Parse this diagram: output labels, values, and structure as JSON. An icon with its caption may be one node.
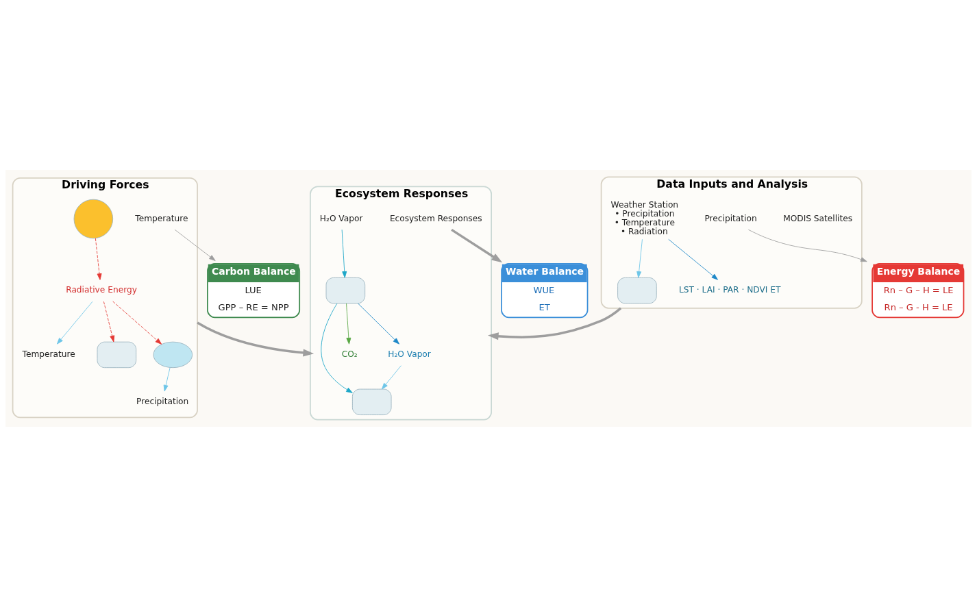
{
  "diagram": {
    "nodes": [
      {
        "text": [
          "Driving Forces"
        ]
      },
      {
        "text": [
          "Temperature"
        ],
        "in": 0
      },
      {
        "text": [
          "Precipitation"
        ],
        "in": 0
      },
      {
        "text": [
          "Radiative Energy"
        ],
        "in": 0
      },
      {
        "text": [],
        "shape": "circle",
        "in": 0
      },
      {
        "text": [],
        "shape": "box",
        "in": 0
      },
      {
        "text": [],
        "shape": "cloud",
        "in": 0
      },
      {
        "text": [
          "Temperature"
        ],
        "in": 0
      },
      {
        "text": [
          "Ecosystem Responses"
        ]
      },
      {
        "text": [
          "H₂O Vapor"
        ],
        "in": 8
      },
      {
        "text": [],
        "shape": "box",
        "in": 8
      },
      {
        "text": [],
        "shape": "box",
        "in": 8
      },
      {
        "text": [
          "CO₂"
        ],
        "in": 8
      },
      {
        "text": [
          "H₂O Vapor"
        ],
        "in": 8
      },
      {
        "text": [
          "Ecosystem Responses"
        ],
        "in": 8
      },
      {
        "text": [
          "Data Inputs and Analysis"
        ]
      },
      {
        "text": [
          "MODIS Satellites"
        ],
        "in": 15
      },
      {
        "text": [
          "Weather Station",
          "• Precipitation",
          "• Temperature",
          "• Radiation"
        ],
        "in": 15
      },
      {
        "text": [],
        "shape": "box",
        "in": 15
      },
      {
        "text": [
          "LST · LAI · PAR · NDVI ET"
        ],
        "in": 15
      },
      {
        "text": [
          "Precipitation"
        ],
        "in": 15
      },
      {
        "text": [
          "Carbon Balance",
          "LUE",
          "GPP – RE = NPP"
        ]
      },
      {
        "text": [
          "Water Balance",
          "WUE",
          "ET"
        ]
      },
      {
        "text": [
          "Energy Balance",
          "Rn – G – H = LE",
          "Rn – G - H = LE"
        ]
      }
    ],
    "edges": [
      {
        "from": 4,
        "to": 3,
        "arrow": "to",
        "style": "dashed",
        "color": "#e53935"
      },
      {
        "from": 3,
        "to": 1,
        "arrow": "to",
        "color": "#6ec6e8"
      },
      {
        "from": 3,
        "to": 5,
        "arrow": "to",
        "style": "dashed",
        "color": "#e53935"
      },
      {
        "from": 3,
        "to": 6,
        "arrow": "to",
        "style": "dashed",
        "color": "#e53935"
      },
      {
        "from": 6,
        "to": 2,
        "arrow": "to",
        "color": "#6ec6e8"
      },
      {
        "from": 0,
        "to": 8,
        "arrow": "to",
        "style": "thick"
      },
      {
        "from": 15,
        "to": 8,
        "arrow": "to",
        "style": "thick"
      },
      {
        "from": 9,
        "to": 10,
        "arrow": "to",
        "color": "#1ea7c8"
      },
      {
        "from": 10,
        "to": 12,
        "arrow": "to",
        "color": "#5aa845"
      },
      {
        "from": 10,
        "to": 13,
        "arrow": "to",
        "color": "#1e88c8"
      },
      {
        "from": 10,
        "to": 11,
        "arrow": "to",
        "color": "#1ea7c8"
      },
      {
        "from": 13,
        "to": 11,
        "arrow": "to",
        "color": "#6ec6e8"
      },
      {
        "from": 17,
        "to": 18,
        "arrow": "to",
        "color": "#6ec6e8"
      },
      {
        "from": 17,
        "to": 19,
        "arrow": "to",
        "color": "#1e88c8"
      },
      {
        "from": 7,
        "to": 21,
        "arrow": "to"
      },
      {
        "from": 14,
        "to": 22,
        "arrow": "to",
        "style": "thick"
      },
      {
        "from": 20,
        "to": 23,
        "arrow": "to"
      }
    ]
  }
}
